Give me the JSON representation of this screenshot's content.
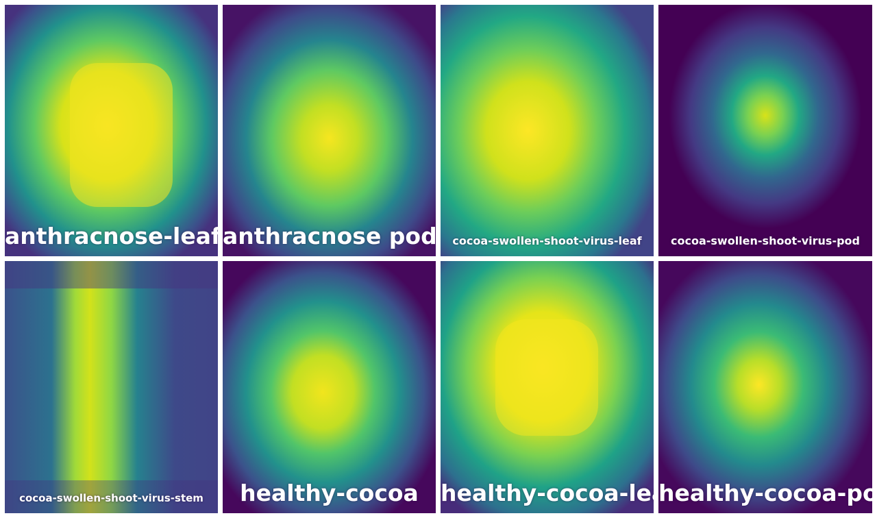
{
  "tiles": [
    {
      "label": "anthracnose-leaf"
    },
    {
      "label": "anthracnose pod"
    },
    {
      "label": "cocoa-swollen-shoot-virus-leaf"
    },
    {
      "label": "cocoa-swollen-shoot-virus-pod"
    },
    {
      "label": "cocoa-swollen-shoot-virus-stem"
    },
    {
      "label": "healthy-cocoa"
    },
    {
      "label": "healthy-cocoa-leaf"
    },
    {
      "label": "healthy-cocoa-pod"
    }
  ],
  "colors": {
    "background": "#ffffff",
    "viridis_low": "#440154",
    "viridis_mid": "#21918c",
    "viridis_high": "#fde725",
    "label_text": "#ffffff"
  }
}
